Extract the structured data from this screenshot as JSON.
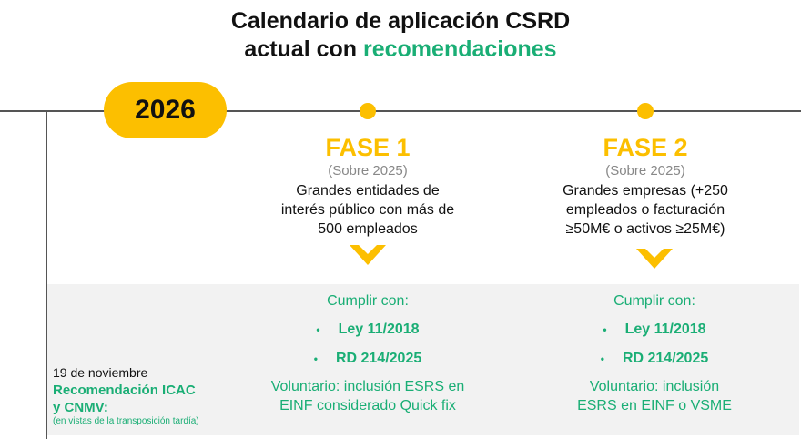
{
  "title": {
    "line1": "Calendario de aplicación CSRD",
    "line2_prefix": "actual con ",
    "line2_highlight": "recomendaciones"
  },
  "year": "2026",
  "colors": {
    "yellow": "#fcbf00",
    "green": "#1aae75",
    "panel": "#f2f2f2"
  },
  "phases": [
    {
      "name": "FASE 1",
      "sub": "(Sobre 2025)",
      "desc": [
        "Grandes entidades de",
        "interés público con más de",
        "500 empleados"
      ],
      "comply": "Cumplir con:",
      "bullets": [
        "Ley 11/2018",
        "RD 214/2025"
      ],
      "voluntary": [
        "Voluntario: inclusión ESRS en",
        "EINF considerado Quick fix"
      ]
    },
    {
      "name": "FASE 2",
      "sub": "(Sobre 2025)",
      "desc": [
        "Grandes empresas (+250",
        "empleados o facturación",
        "≥50M€ o activos ≥25M€)"
      ],
      "comply": "Cumplir con:",
      "bullets": [
        "Ley 11/2018",
        "RD 214/2025"
      ],
      "voluntary": [
        "Voluntario: inclusión",
        "ESRS en EINF o VSME"
      ]
    }
  ],
  "bullet_char": "•",
  "note": {
    "date": "19 de noviembre",
    "title1": "Recomendación ICAC",
    "title2": "y CNMV:",
    "small": "(en vistas de la transposición tardía)"
  }
}
